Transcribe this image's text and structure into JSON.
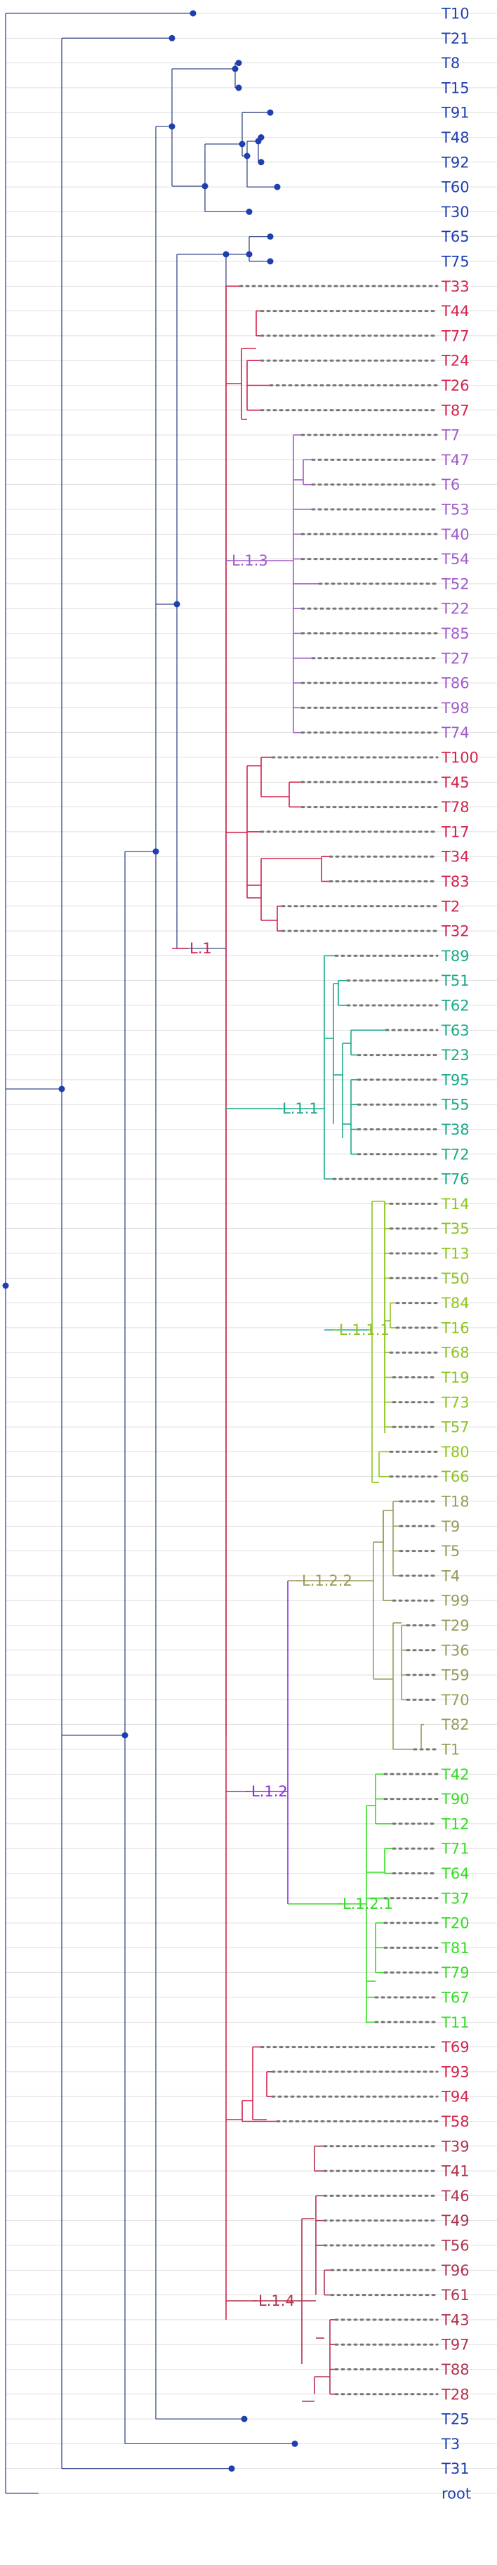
{
  "tips": [
    {
      "label": "T10",
      "color": "#1f3fb0"
    },
    {
      "label": "T21",
      "color": "#1f3fb0"
    },
    {
      "label": "T8",
      "color": "#1f3fb0"
    },
    {
      "label": "T15",
      "color": "#1f3fb0"
    },
    {
      "label": "T91",
      "color": "#1f3fb0"
    },
    {
      "label": "T48",
      "color": "#1f3fb0"
    },
    {
      "label": "T92",
      "color": "#1f3fb0"
    },
    {
      "label": "T60",
      "color": "#1f3fb0"
    },
    {
      "label": "T30",
      "color": "#1f3fb0"
    },
    {
      "label": "T65",
      "color": "#1f3fb0"
    },
    {
      "label": "T75",
      "color": "#1f3fb0"
    },
    {
      "label": "T33",
      "color": "#d4224b"
    },
    {
      "label": "T44",
      "color": "#d4224b"
    },
    {
      "label": "T77",
      "color": "#d4224b"
    },
    {
      "label": "T24",
      "color": "#d4224b"
    },
    {
      "label": "T26",
      "color": "#d4224b"
    },
    {
      "label": "T87",
      "color": "#d4224b"
    },
    {
      "label": "T7",
      "color": "#a05ccc"
    },
    {
      "label": "T47",
      "color": "#a05ccc"
    },
    {
      "label": "T6",
      "color": "#a05ccc"
    },
    {
      "label": "T53",
      "color": "#a05ccc"
    },
    {
      "label": "T40",
      "color": "#a05ccc"
    },
    {
      "label": "T54",
      "color": "#a05ccc"
    },
    {
      "label": "T52",
      "color": "#a05ccc"
    },
    {
      "label": "T22",
      "color": "#a05ccc"
    },
    {
      "label": "T85",
      "color": "#a05ccc"
    },
    {
      "label": "T27",
      "color": "#a05ccc"
    },
    {
      "label": "T86",
      "color": "#a05ccc"
    },
    {
      "label": "T98",
      "color": "#a05ccc"
    },
    {
      "label": "T74",
      "color": "#a05ccc"
    },
    {
      "label": "T100",
      "color": "#d4224b"
    },
    {
      "label": "T45",
      "color": "#d4224b"
    },
    {
      "label": "T78",
      "color": "#d4224b"
    },
    {
      "label": "T17",
      "color": "#d4224b"
    },
    {
      "label": "T34",
      "color": "#d4224b"
    },
    {
      "label": "T83",
      "color": "#d4224b"
    },
    {
      "label": "T2",
      "color": "#d4224b"
    },
    {
      "label": "T32",
      "color": "#d4224b"
    },
    {
      "label": "T89",
      "color": "#1aaa8a"
    },
    {
      "label": "T51",
      "color": "#1aaa8a"
    },
    {
      "label": "T62",
      "color": "#1aaa8a"
    },
    {
      "label": "T63",
      "color": "#1aaa8a"
    },
    {
      "label": "T23",
      "color": "#1aaa8a"
    },
    {
      "label": "T95",
      "color": "#1aaa8a"
    },
    {
      "label": "T55",
      "color": "#1aaa8a"
    },
    {
      "label": "T38",
      "color": "#1aaa8a"
    },
    {
      "label": "T72",
      "color": "#1aaa8a"
    },
    {
      "label": "T76",
      "color": "#1aaa8a"
    },
    {
      "label": "T14",
      "color": "#8cc51e"
    },
    {
      "label": "T35",
      "color": "#8cc51e"
    },
    {
      "label": "T13",
      "color": "#8cc51e"
    },
    {
      "label": "T50",
      "color": "#8cc51e"
    },
    {
      "label": "T84",
      "color": "#8cc51e"
    },
    {
      "label": "T16",
      "color": "#8cc51e"
    },
    {
      "label": "T68",
      "color": "#8cc51e"
    },
    {
      "label": "T19",
      "color": "#8cc51e"
    },
    {
      "label": "T73",
      "color": "#8cc51e"
    },
    {
      "label": "T57",
      "color": "#8cc51e"
    },
    {
      "label": "T80",
      "color": "#8cc51e"
    },
    {
      "label": "T66",
      "color": "#8cc51e"
    },
    {
      "label": "T18",
      "color": "#9a9a5a"
    },
    {
      "label": "T9",
      "color": "#9a9a5a"
    },
    {
      "label": "T5",
      "color": "#9a9a5a"
    },
    {
      "label": "T4",
      "color": "#9a9a5a"
    },
    {
      "label": "T99",
      "color": "#9a9a5a"
    },
    {
      "label": "T29",
      "color": "#9a9a5a"
    },
    {
      "label": "T36",
      "color": "#9a9a5a"
    },
    {
      "label": "T59",
      "color": "#9a9a5a"
    },
    {
      "label": "T70",
      "color": "#9a9a5a"
    },
    {
      "label": "T82",
      "color": "#9a9a5a"
    },
    {
      "label": "T1",
      "color": "#9a9a5a"
    },
    {
      "label": "T42",
      "color": "#33dd22"
    },
    {
      "label": "T90",
      "color": "#33dd22"
    },
    {
      "label": "T12",
      "color": "#33dd22"
    },
    {
      "label": "T71",
      "color": "#33dd22"
    },
    {
      "label": "T64",
      "color": "#33dd22"
    },
    {
      "label": "T37",
      "color": "#33dd22"
    },
    {
      "label": "T20",
      "color": "#33dd22"
    },
    {
      "label": "T81",
      "color": "#33dd22"
    },
    {
      "label": "T79",
      "color": "#33dd22"
    },
    {
      "label": "T67",
      "color": "#33dd22"
    },
    {
      "label": "T11",
      "color": "#33dd22"
    },
    {
      "label": "T69",
      "color": "#d4224b"
    },
    {
      "label": "T93",
      "color": "#d4224b"
    },
    {
      "label": "T94",
      "color": "#d4224b"
    },
    {
      "label": "T58",
      "color": "#d4224b"
    },
    {
      "label": "T39",
      "color": "#b0344e"
    },
    {
      "label": "T41",
      "color": "#b0344e"
    },
    {
      "label": "T46",
      "color": "#b0344e"
    },
    {
      "label": "T49",
      "color": "#b0344e"
    },
    {
      "label": "T56",
      "color": "#b0344e"
    },
    {
      "label": "T96",
      "color": "#b0344e"
    },
    {
      "label": "T61",
      "color": "#b0344e"
    },
    {
      "label": "T43",
      "color": "#b0344e"
    },
    {
      "label": "T97",
      "color": "#b0344e"
    },
    {
      "label": "T88",
      "color": "#b0344e"
    },
    {
      "label": "T28",
      "color": "#b0344e"
    },
    {
      "label": "T25",
      "color": "#1f3fb0"
    },
    {
      "label": "T3",
      "color": "#1f3fb0"
    },
    {
      "label": "T31",
      "color": "#1f3fb0"
    },
    {
      "label": "root",
      "color": "#1f3fb0"
    }
  ],
  "clades": [
    {
      "label": "L.1",
      "color": "#d4224b"
    },
    {
      "label": "L.1.3",
      "color": "#a05ccc"
    },
    {
      "label": "L.1.1",
      "color": "#1aaa8a"
    },
    {
      "label": "L.1.1.1",
      "color": "#8cc51e"
    },
    {
      "label": "L.1.2",
      "color": "#8a2be2"
    },
    {
      "label": "L.1.2.2",
      "color": "#9a9a5a"
    },
    {
      "label": "L.1.2.1",
      "color": "#33dd22"
    },
    {
      "label": "L.1.4",
      "color": "#b0344e"
    }
  ],
  "colors": {
    "backbone": "#3b4a8a",
    "node_dot": "#1f3fb0",
    "guide": "#cccccc",
    "dots": "#777777"
  }
}
